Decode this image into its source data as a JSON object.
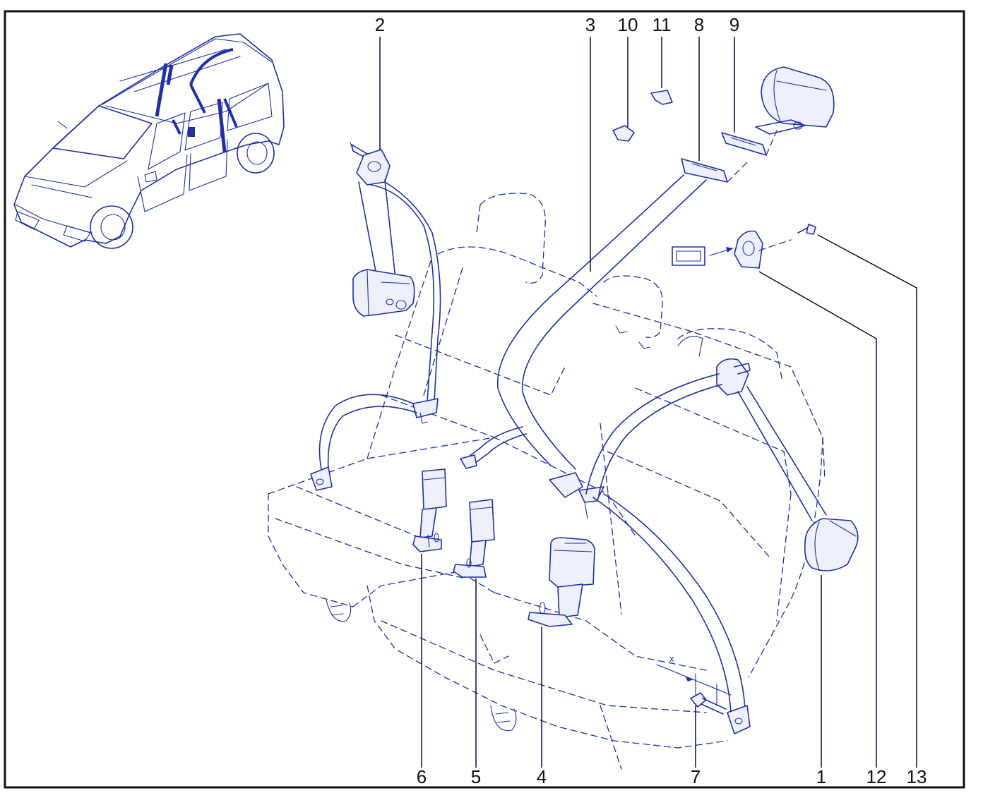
{
  "diagram": {
    "callouts": [
      {
        "id": "1",
        "label": "1"
      },
      {
        "id": "2",
        "label": "2"
      },
      {
        "id": "3",
        "label": "3"
      },
      {
        "id": "4",
        "label": "4"
      },
      {
        "id": "5",
        "label": "5"
      },
      {
        "id": "6",
        "label": "6"
      },
      {
        "id": "7",
        "label": "7"
      },
      {
        "id": "8",
        "label": "8"
      },
      {
        "id": "9",
        "label": "9"
      },
      {
        "id": "10",
        "label": "10"
      },
      {
        "id": "11",
        "label": "11"
      },
      {
        "id": "12",
        "label": "12"
      },
      {
        "id": "13",
        "label": "13"
      }
    ],
    "dimension_label": "x",
    "colors": {
      "line": "#1f2fa6",
      "leader": "#0d0d33",
      "frame": "#111111",
      "background": "#ffffff"
    }
  }
}
